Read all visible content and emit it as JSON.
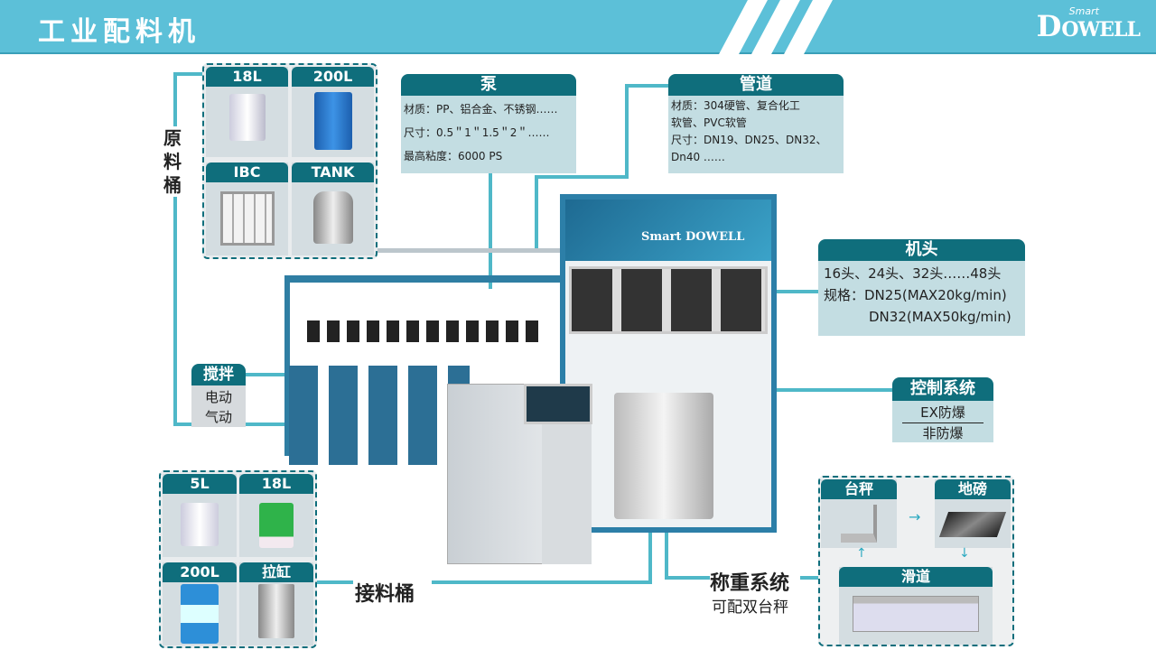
{
  "header": {
    "title": "工业配料机",
    "logo": "Smart DOWELL"
  },
  "raw_material": {
    "label": "原料桶",
    "items": [
      "18L",
      "200L",
      "IBC",
      "TANK"
    ]
  },
  "pump": {
    "title": "泵",
    "lines": [
      "材质：PP、铝合金、不锈钢……",
      "尺寸：0.5＂1＂1.5＂2＂……",
      "最高粘度：6000 PS"
    ]
  },
  "pipe": {
    "title": "管道",
    "lines": [
      "材质：304硬管、复合化工",
      "软管、PVC软管",
      "尺寸：DN19、DN25、DN32、",
      "Dn40 ……"
    ]
  },
  "head": {
    "title": "机头",
    "lines": [
      "16头、24头、32头……48头",
      "规格：DN25(MAX20kg/min)",
      "DN32(MAX50kg/min)"
    ]
  },
  "control": {
    "title": "控制系统",
    "options": [
      "EX防爆",
      "非防爆"
    ]
  },
  "stir": {
    "title": "搅拌",
    "options": [
      "电动",
      "气动"
    ]
  },
  "receiving": {
    "label": "接料桶",
    "items": [
      "5L",
      "18L",
      "200L",
      "拉缸"
    ]
  },
  "weighing": {
    "label": "称重系统",
    "sub": "可配双台秤",
    "items": [
      "台秤",
      "地磅",
      "滑道"
    ]
  },
  "machine": {
    "logo": "Smart DOWELL"
  },
  "colors": {
    "header": "#5cc0d8",
    "teal": "#0f6e7c",
    "box": "#c3dde2",
    "line": "#4fb8c8"
  }
}
